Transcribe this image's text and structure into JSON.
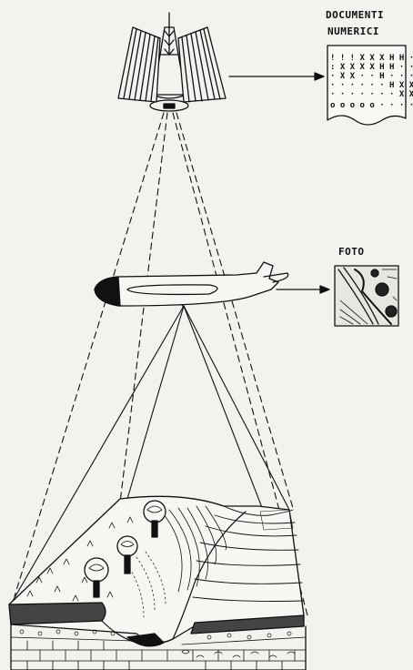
{
  "labels": {
    "documents_line1": "DOCUMENTI",
    "documents_line2": "NUMERICI",
    "photo": "FOTO"
  },
  "colors": {
    "background": "#f4f2ee",
    "ink": "#111111"
  },
  "icons": [
    "satellite-icon",
    "airplane-icon",
    "numeric-document-icon",
    "aerial-photo-icon",
    "tree-icon"
  ]
}
